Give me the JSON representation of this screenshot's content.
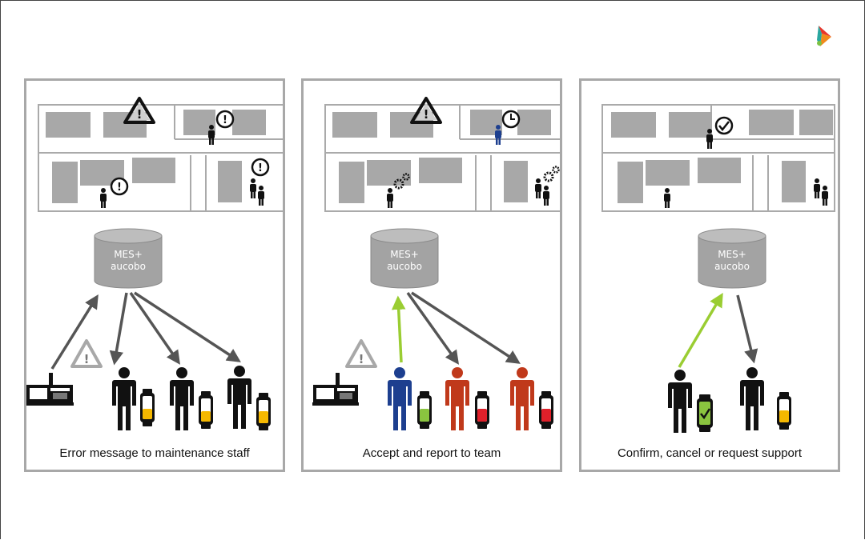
{
  "panels": [
    {
      "caption": "Error message to maintenance staff",
      "db_lines": [
        "MES+",
        "aucobo"
      ]
    },
    {
      "caption": "Accept and report to team",
      "db_lines": [
        "MES+",
        "aucobo"
      ]
    },
    {
      "caption": "Confirm, cancel or request support",
      "db_lines": [
        "MES+",
        "aucobo"
      ]
    }
  ],
  "colors": {
    "person": "#111111",
    "accepting_person": "#1d3f8f",
    "team_person": "#c0391b",
    "arrow_gray": "#555555",
    "arrow_green": "#9acd32",
    "watch_yellow": "#f5b800",
    "watch_green": "#8ac43f",
    "watch_red": "#e0202a",
    "room_fill": "#a8a8a8",
    "db_fill": "#a3a3a3"
  },
  "icons": [
    "warning-triangle-icon",
    "exclamation-circle-icon",
    "clock-icon",
    "gears-icon",
    "checkmark-circle-icon",
    "smartwatch-icon",
    "machine-icon",
    "database-icon",
    "person-icon"
  ]
}
